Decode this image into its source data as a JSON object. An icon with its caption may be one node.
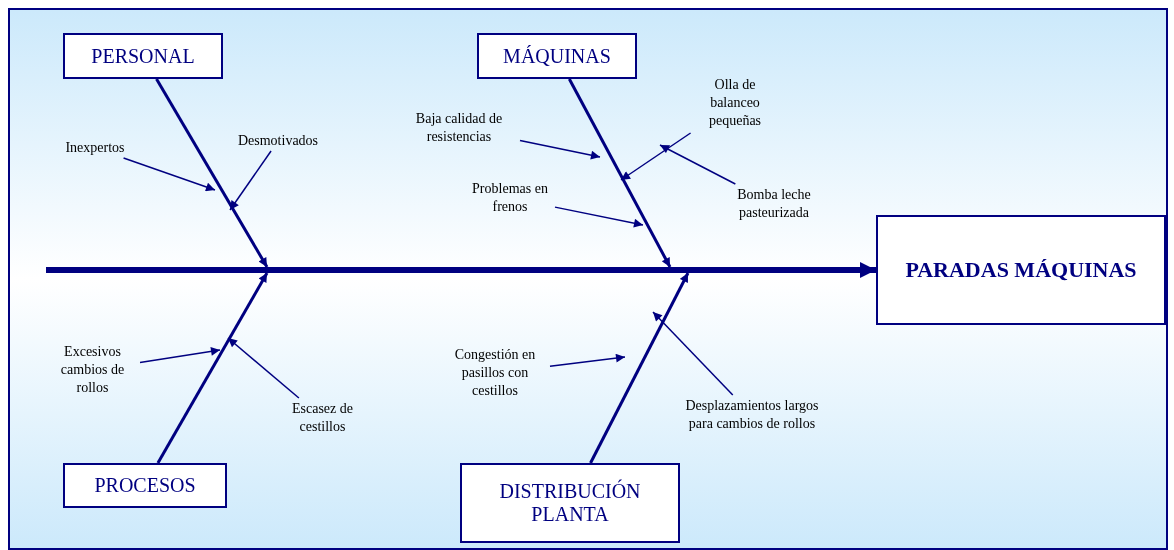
{
  "diagram": {
    "nodes": [
      {
        "text": [
          "PERSONAL"
        ]
      },
      {
        "text": [
          "MÁQUINAS"
        ]
      },
      {
        "text": [
          "PARADAS MÁQUINAS"
        ]
      },
      {
        "text": [
          "PROCESOS"
        ]
      },
      {
        "text": [
          "DISTRIBUCIÓN PLANTA"
        ]
      },
      {
        "text": [
          "Inexpertos"
        ]
      },
      {
        "text": [
          "Desmotivados"
        ]
      },
      {
        "text": [
          "Baja calidad de resistencias"
        ]
      },
      {
        "text": [
          "Olla de balanceo pequeñas"
        ]
      },
      {
        "text": [
          "Problemas en frenos"
        ]
      },
      {
        "text": [
          "Bomba leche pasteurizada"
        ]
      },
      {
        "text": [
          "Excesivos cambios de rollos"
        ]
      },
      {
        "text": [
          "Escasez de cestillos"
        ]
      },
      {
        "text": [
          "Congestión en pasillos con cestillos"
        ]
      },
      {
        "text": [
          "Desplazamientos largos para cambios de rollos"
        ]
      }
    ],
    "edges": [
      {
        "from": null,
        "to": 2,
        "arrow": "to",
        "style": "thick"
      },
      {
        "from": 0,
        "to": null,
        "arrow": "to"
      },
      {
        "from": 1,
        "to": null,
        "arrow": "to"
      },
      {
        "from": 3,
        "to": null,
        "arrow": "to"
      },
      {
        "from": 4,
        "to": null,
        "arrow": "to"
      },
      {
        "from": 5,
        "to": null,
        "arrow": "to"
      },
      {
        "from": 6,
        "to": null,
        "arrow": "to"
      },
      {
        "from": 7,
        "to": null,
        "arrow": "to"
      },
      {
        "from": 8,
        "to": null,
        "arrow": "to"
      },
      {
        "from": 9,
        "to": null,
        "arrow": "to"
      },
      {
        "from": 10,
        "to": null,
        "arrow": "to"
      },
      {
        "from": 11,
        "to": null,
        "arrow": "to"
      },
      {
        "from": 12,
        "to": null,
        "arrow": "to"
      },
      {
        "from": 13,
        "to": null,
        "arrow": "to"
      },
      {
        "from": 14,
        "to": null,
        "arrow": "to"
      }
    ]
  }
}
